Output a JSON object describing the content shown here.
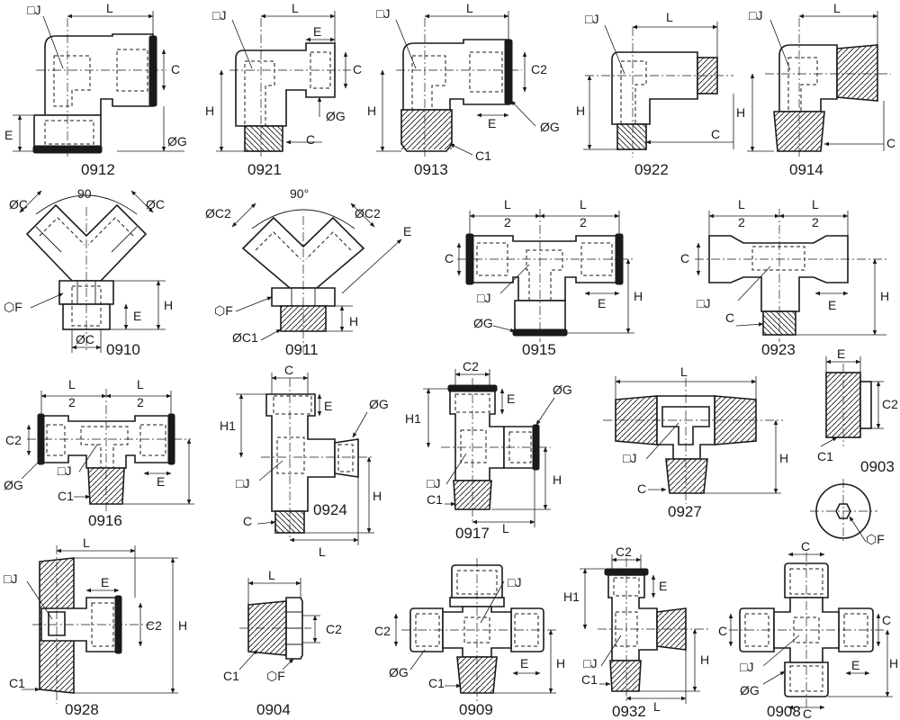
{
  "part_codes": {
    "p0912": "0912",
    "p0921": "0921",
    "p0913": "0913",
    "p0922": "0922",
    "p0914": "0914",
    "p0910": "0910",
    "p0911": "0911",
    "p0915": "0915",
    "p0923": "0923",
    "p0916": "0916",
    "p0924": "0924",
    "p0917": "0917",
    "p0927": "0927",
    "p0903": "0903",
    "p0928": "0928",
    "p0904": "0904",
    "p0909": "0909",
    "p0932": "0932",
    "p0908": "0908"
  },
  "labels": {
    "J": "□J",
    "L": "L",
    "C": "C",
    "C1": "C1",
    "C2": "C2",
    "E": "E",
    "H": "H",
    "H1": "H1",
    "G": "ØG",
    "F": "⬡F",
    "dC": "ØC",
    "dC1": "ØC1",
    "dC2": "ØC2",
    "angle90": "90",
    "angle90deg": "90°",
    "half_num": "L",
    "half_den": "2"
  }
}
